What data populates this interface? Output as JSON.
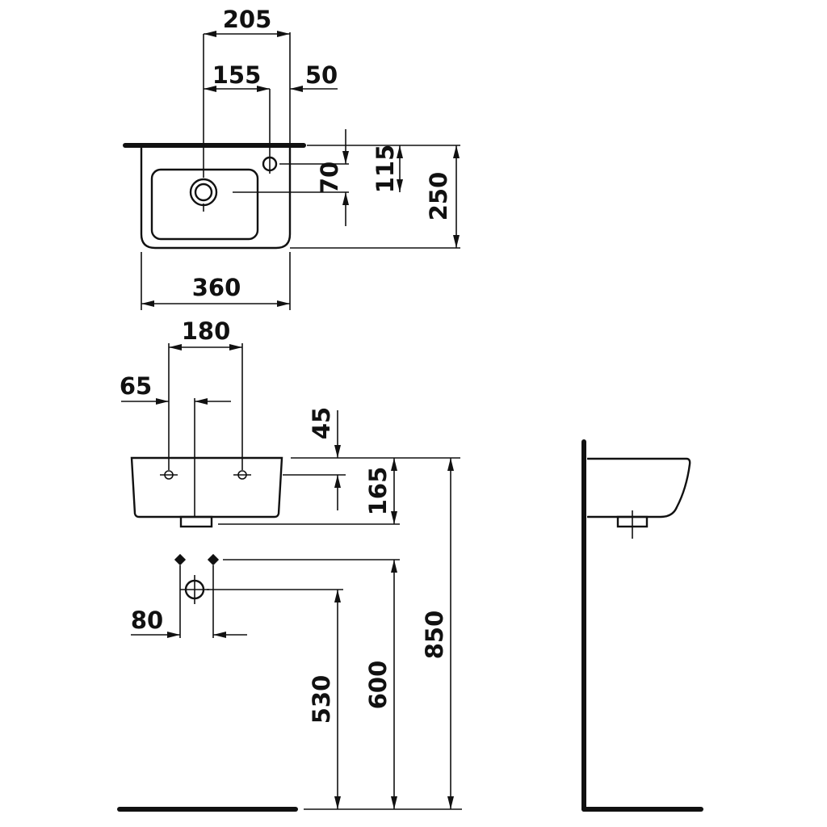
{
  "dimensions": {
    "total_width_top": "205",
    "tap_offset": "155",
    "tap_to_edge": "50",
    "height_70": "70",
    "height_115": "115",
    "depth": "250",
    "width": "360",
    "bracket_spacing": "180",
    "offset_65": "65",
    "offset_45": "45",
    "height_165": "165",
    "fixing_80": "80",
    "waste_height": "530",
    "fixing_height": "600",
    "rim_height": "850"
  },
  "colors": {
    "line": "#111111",
    "background": "#ffffff"
  }
}
